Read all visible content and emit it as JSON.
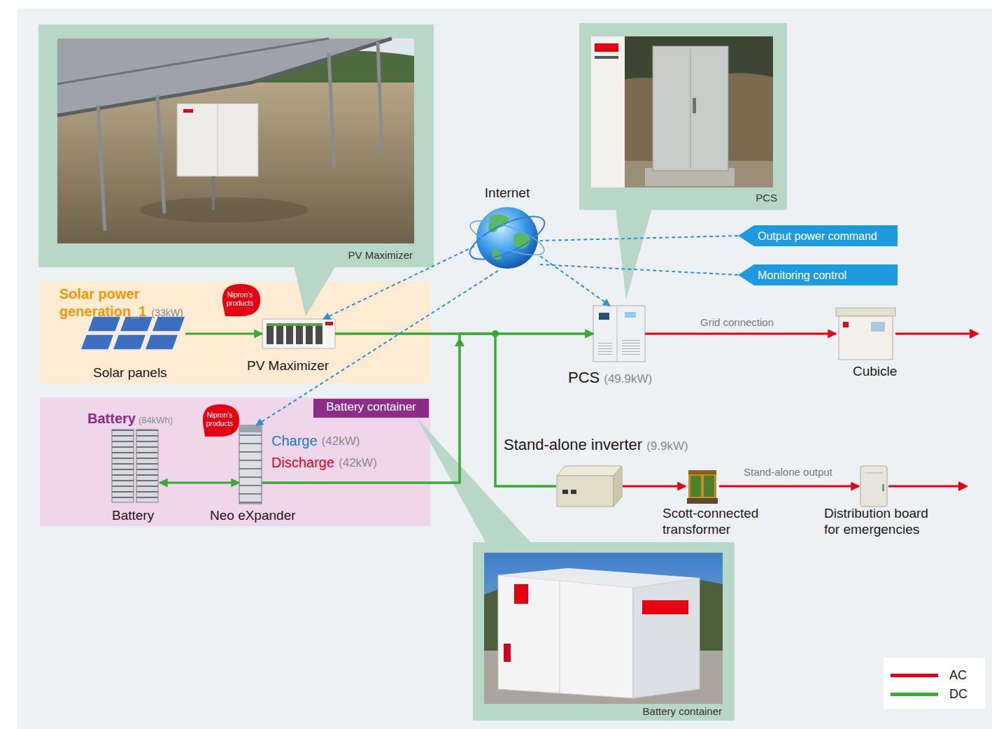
{
  "diagram": {
    "nodes": [
      {
        "text": [
          "PV Maximizer"
        ]
      },
      {
        "text": [
          "PCS"
        ]
      },
      {
        "text": [
          "Internet"
        ]
      },
      {
        "text": [
          "Output power command"
        ]
      },
      {
        "text": [
          "Monitoring control"
        ]
      },
      {
        "text": [
          "Solar power generation_1",
          "(33kW)"
        ]
      },
      {
        "text": [
          "Solar panels"
        ],
        "in": 5
      },
      {
        "text": [
          "Nipron’s products"
        ],
        "in": 5
      },
      {
        "text": [
          "PV Maximizer"
        ],
        "in": 5
      },
      {
        "text": [
          "PCS",
          "(49.9kW)"
        ]
      },
      {
        "text": [
          "Cubicle"
        ]
      },
      {
        "text": [
          "Battery container"
        ]
      },
      {
        "text": [
          "Battery",
          "(84kWh)",
          "Battery"
        ],
        "in": 11
      },
      {
        "text": [
          "Nipron’s products"
        ],
        "in": 11
      },
      {
        "text": [
          "Charge",
          "(42kW)",
          "Discharge",
          "(42kW)",
          "Neo eXpander"
        ],
        "in": 11
      },
      {
        "text": [
          "Stand-alone inverter",
          "(9.9kW)"
        ]
      },
      {
        "text": [
          "Scott-connected transformer"
        ]
      },
      {
        "text": [
          "Distribution board for emergencies"
        ]
      },
      {
        "text": [
          "Battery container"
        ]
      }
    ],
    "edges": [
      {
        "from": 6,
        "to": 8,
        "arrow": "to"
      },
      {
        "from": 8,
        "to": 9,
        "arrow": "to"
      },
      {
        "from": 8,
        "to": 15,
        "arrow": "none"
      },
      {
        "from": 14,
        "to": 9,
        "arrow": "to"
      },
      {
        "from": 14,
        "to": 15,
        "arrow": "none"
      },
      {
        "from": 12,
        "to": 14,
        "arrow": "both"
      },
      {
        "from": 9,
        "to": 10,
        "arrow": "to",
        "label": "Grid connection"
      },
      {
        "from": 15,
        "to": 16,
        "arrow": "to"
      },
      {
        "from": 16,
        "to": 17,
        "arrow": "to",
        "label": "Stand-alone output"
      },
      {
        "from": 2,
        "to": 8,
        "arrow": "to"
      },
      {
        "from": 2,
        "to": 14,
        "arrow": "to"
      },
      {
        "from": 2,
        "to": 9,
        "arrow": "to"
      },
      {
        "from": 3,
        "to": 2,
        "arrow": "none"
      },
      {
        "from": 4,
        "to": 2,
        "arrow": "none"
      }
    ],
    "legend": [
      {
        "text": "AC",
        "color": "#e60012"
      },
      {
        "text": "DC",
        "color": "#3aaa35"
      }
    ]
  }
}
